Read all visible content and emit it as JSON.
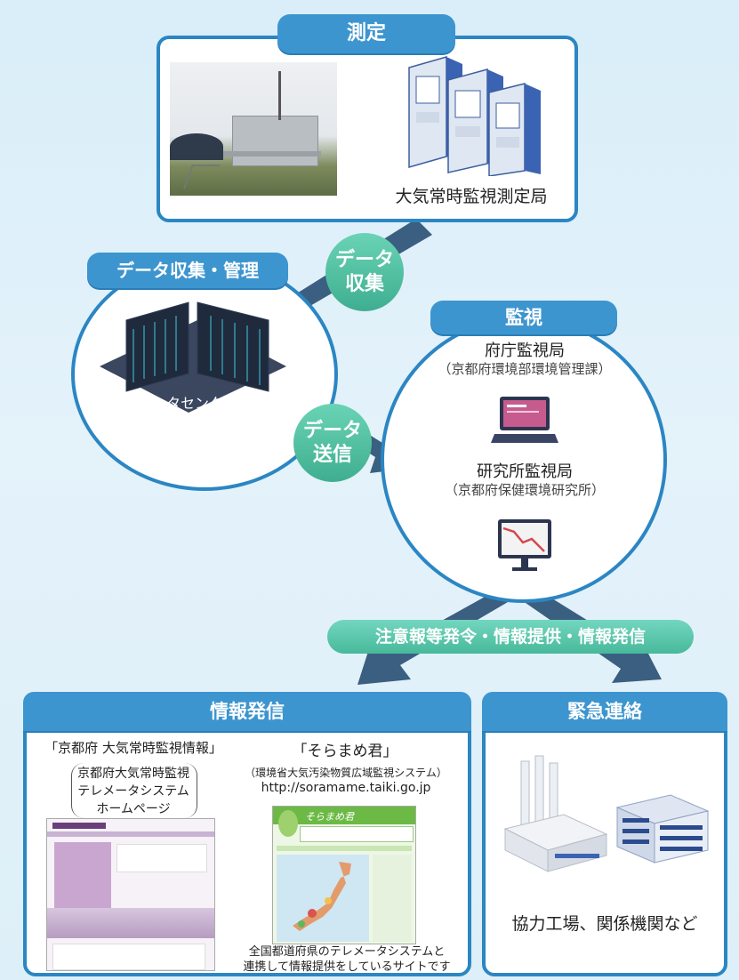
{
  "measurement": {
    "title": "測定",
    "station_label": "大気常時監視測定局"
  },
  "collection": {
    "title": "データ収集・管理",
    "center_label": "データセンター"
  },
  "badges": {
    "collect_line1": "データ",
    "collect_line2": "収集",
    "send_line1": "データ",
    "send_line2": "送信"
  },
  "monitoring": {
    "title": "監視",
    "pref_office": "府庁監視局",
    "pref_office_sub": "（京都府環境部環境管理課）",
    "lab": "研究所監視局",
    "lab_sub": "（京都府保健環境研究所）"
  },
  "banner": {
    "text": "注意報等発令・情報提供・情報発信"
  },
  "info": {
    "title": "情報発信",
    "kyoto_title": "「京都府 大気常時監視情報」",
    "kyoto_sub_line1": "京都府大気常時監視",
    "kyoto_sub_line2": "テレメータシステム",
    "kyoto_sub_line3": "ホームページ",
    "soramame_title": "「そらまめ君」",
    "soramame_sub": "（環境省大気汚染物質広域監視システム）",
    "soramame_url": "http://soramame.taiki.go.jp",
    "soramame_logo": "そらまめ君",
    "soramame_note_line1": "全国都道府県のテレメータシステムと",
    "soramame_note_line2": "連携して情報提供をしているサイトです"
  },
  "emergency": {
    "title": "緊急連絡",
    "label": "協力工場、関係機関など"
  },
  "colors": {
    "frame": "#2b86c3",
    "tab": "#3d95cf",
    "arrow": "#3a5f80",
    "badge": "#4fc2a1",
    "banner": "#5ec9b0"
  }
}
